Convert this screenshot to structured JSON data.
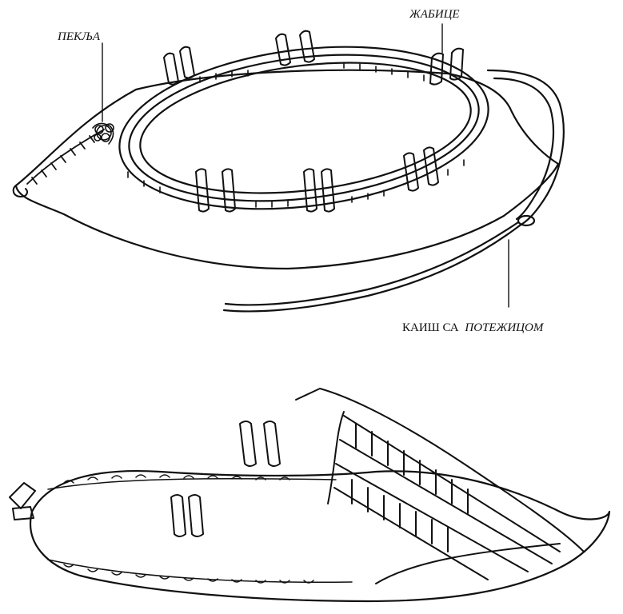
{
  "labels": {
    "peklja": "ПЕКЉА",
    "zhabice": "ЖАБИЦЕ",
    "kaish_prefix": "КАИШ СА",
    "kaish_italic": "ПОТЕЖИЦОМ"
  },
  "colors": {
    "ink": "#111111",
    "paper": "#ffffff"
  }
}
